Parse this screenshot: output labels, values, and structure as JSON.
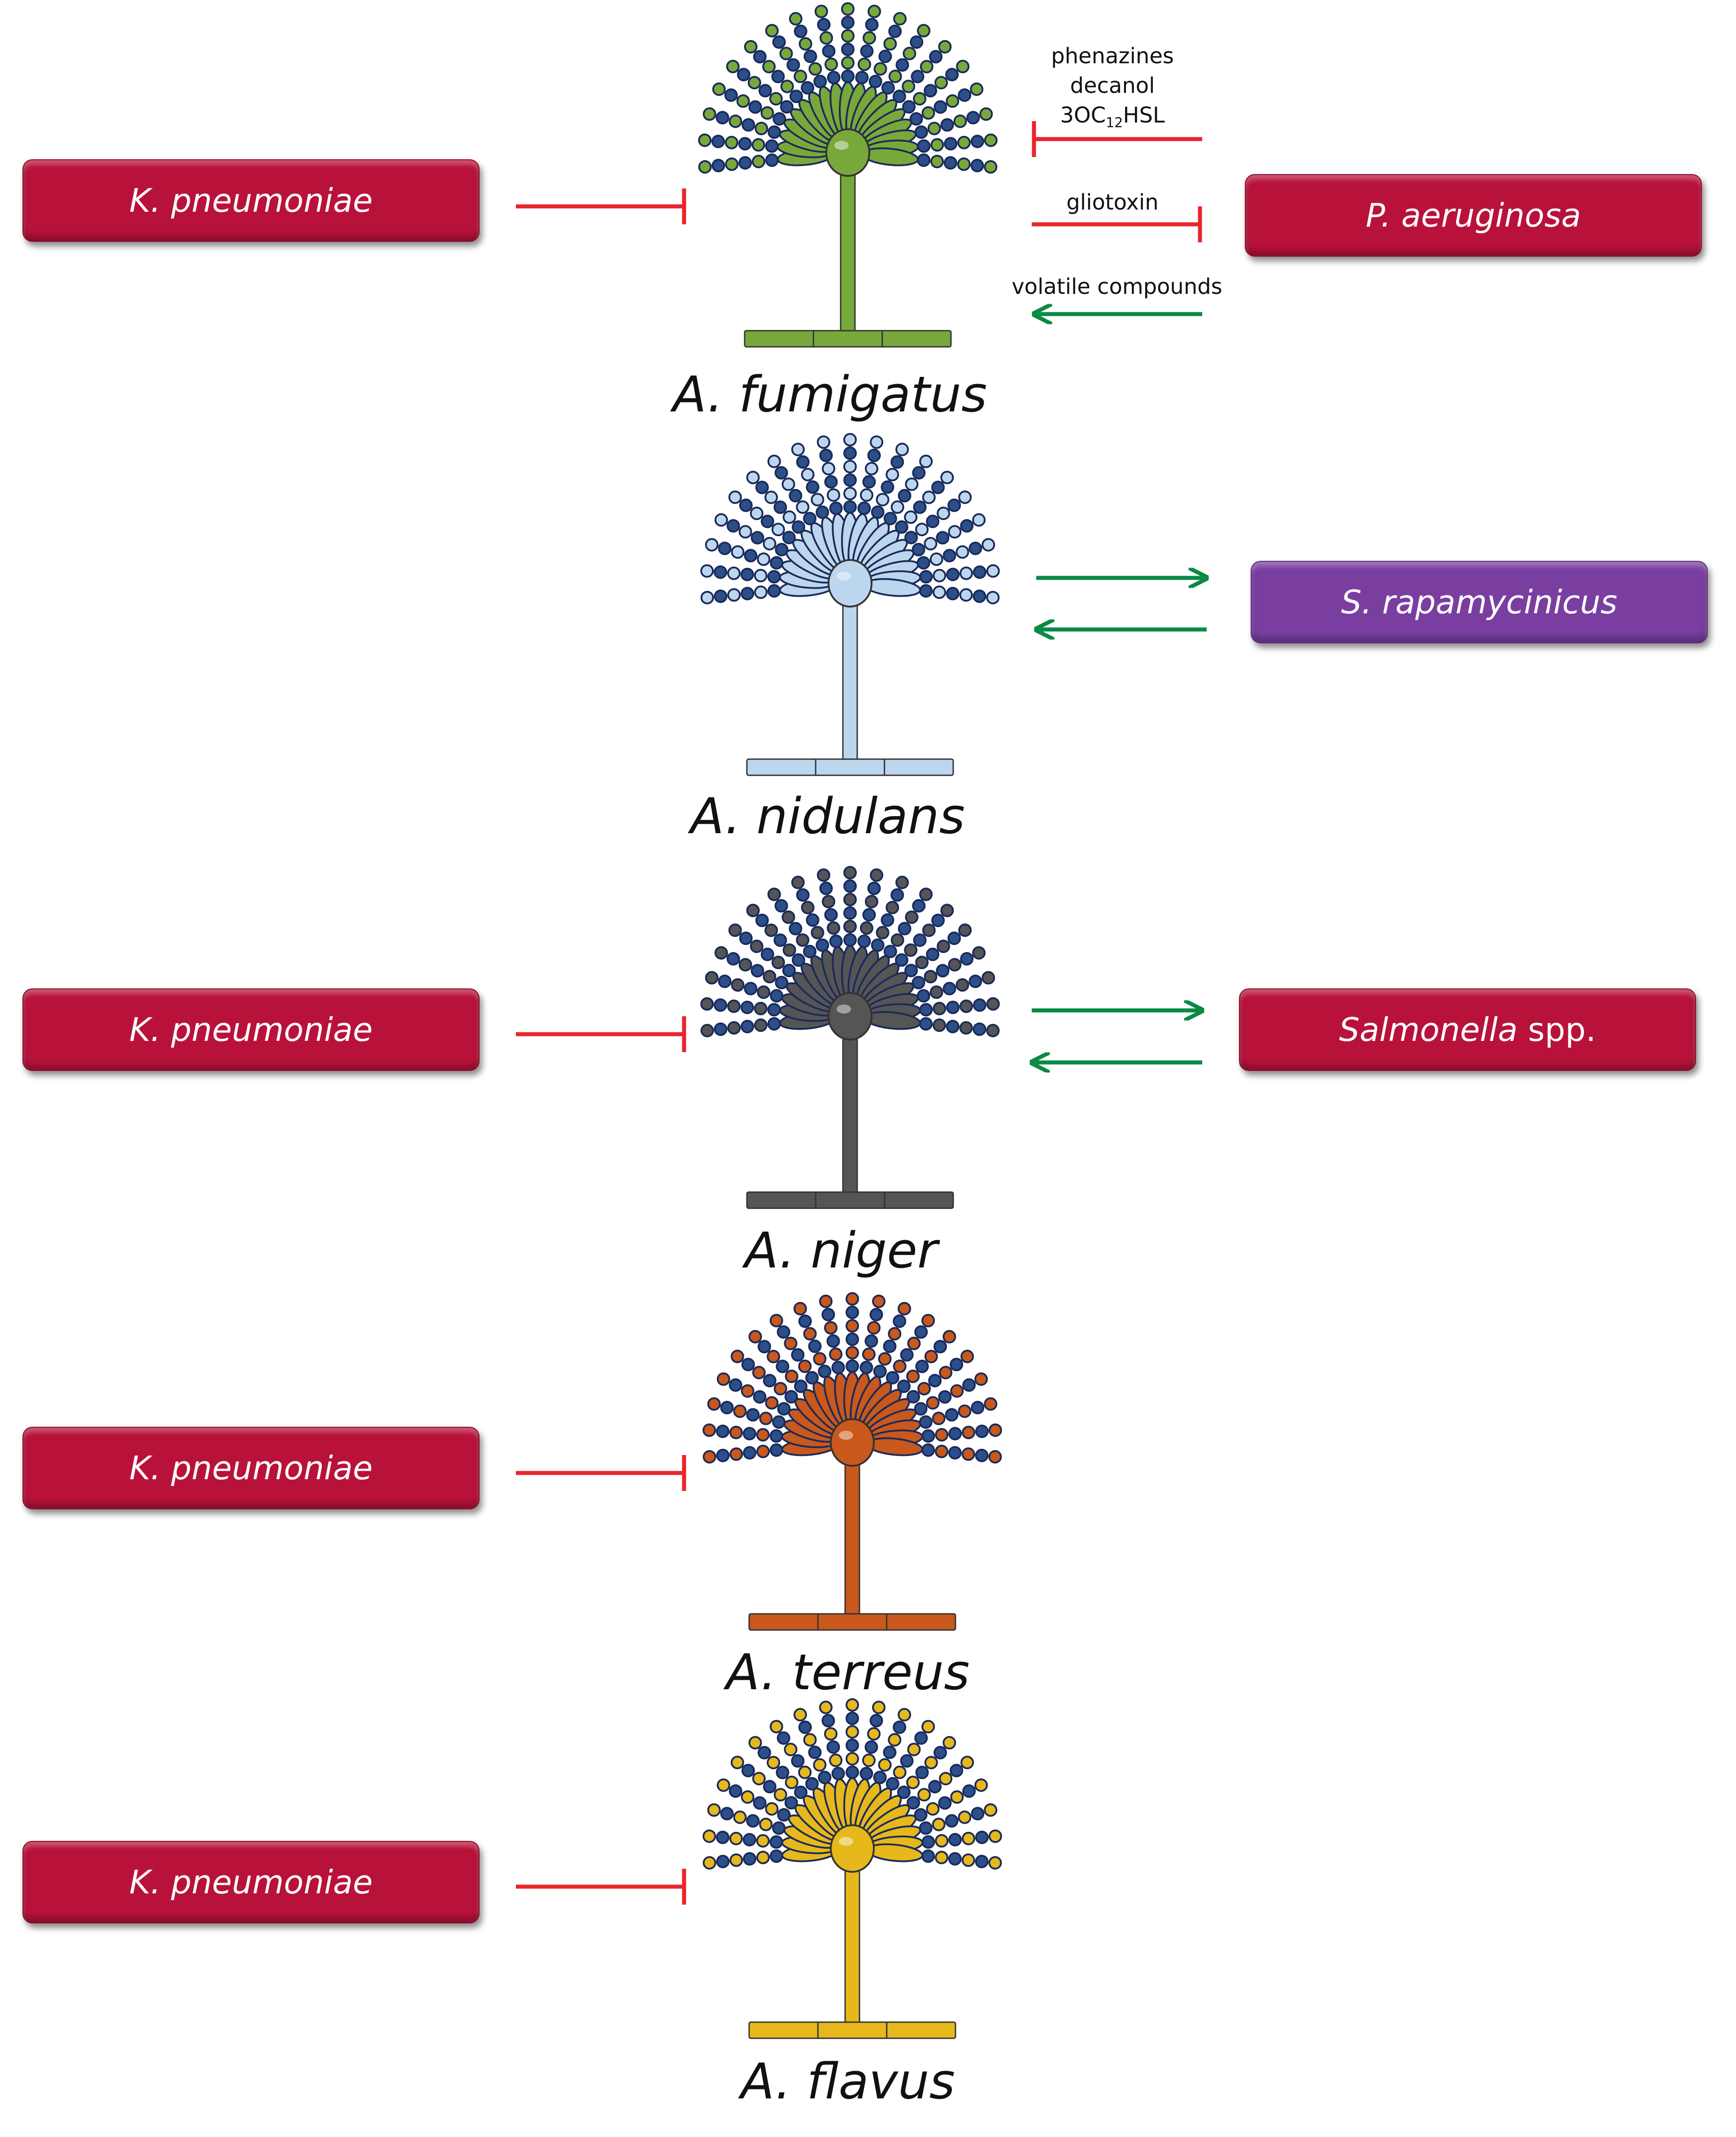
{
  "colors": {
    "bacteria_red": "#b9123a",
    "streptomyces_purple": "#7a3ea1",
    "inhibit_red": "#e8262c",
    "promote_green": "#0a8a45",
    "fumigatus": "#78a83a",
    "nidulans": "#bcd6ee",
    "niger": "#555555",
    "terreus": "#c8581c",
    "flavus": "#e6b81c",
    "conidia_outline": "#1a2a5a"
  },
  "bacteria": {
    "k_pneumoniae_1": "K. pneumoniae",
    "p_aeruginosa": "P. aeruginosa",
    "s_rapamycinicus": "S. rapamycinicus",
    "k_pneumoniae_3": "K. pneumoniae",
    "salmonella_italic": "Salmonella",
    "salmonella_suffix": " spp.",
    "k_pneumoniae_4": "K. pneumoniae",
    "k_pneumoniae_5": "K. pneumoniae"
  },
  "fungi": {
    "fumigatus": "A. fumigatus",
    "nidulans": "A. nidulans",
    "niger": "A. niger",
    "terreus": "A. terreus",
    "flavus": "A. flavus"
  },
  "interactions": {
    "phenazines": "phenazines",
    "decanol": "decanol",
    "hsl_prefix": "3OC",
    "hsl_sub": "12",
    "hsl_suffix": "HSL",
    "gliotoxin": "gliotoxin",
    "volatile": "volatile compounds"
  }
}
